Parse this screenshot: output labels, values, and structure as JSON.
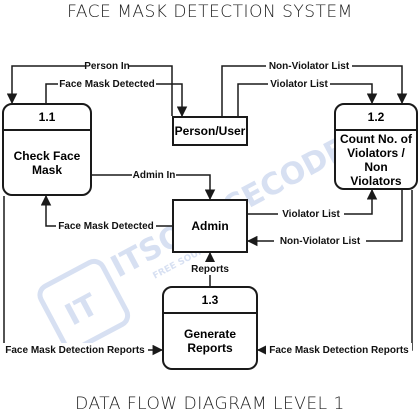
{
  "titles": {
    "top": "FACE MASK DETECTION SYSTEM",
    "bottom": "DATA FLOW DIAGRAM LEVEL 1"
  },
  "processes": [
    {
      "id": "1.1",
      "name": "Check Face Mask"
    },
    {
      "id": "1.2",
      "name": "Count No. of Violators / Non Violators"
    },
    {
      "id": "1.3",
      "name": "Generate Reports"
    }
  ],
  "entities": [
    {
      "name": "Person/User"
    },
    {
      "name": "Admin"
    }
  ],
  "flows": {
    "person_in": "Person In",
    "face_mask_detected_top": "Face Mask Detected",
    "non_violator_list_top": "Non-Violator List",
    "violator_list_top": "Violator List",
    "admin_in": "Admin In",
    "face_mask_detected_mid": "Face Mask Detected",
    "violator_list_mid": "Violator List",
    "non_violator_list_mid": "Non-Violator List",
    "reports": "Reports",
    "fmd_reports_left": "Face Mask Detection Reports",
    "fmd_reports_right": "Face Mask Detection Reports"
  },
  "watermark": {
    "brand": "ITSOURCECODE",
    "tagline": "FREE SOURCE CODE"
  },
  "colors": {
    "line": "#1a1a1a",
    "watermark": "#b8c8e8"
  }
}
